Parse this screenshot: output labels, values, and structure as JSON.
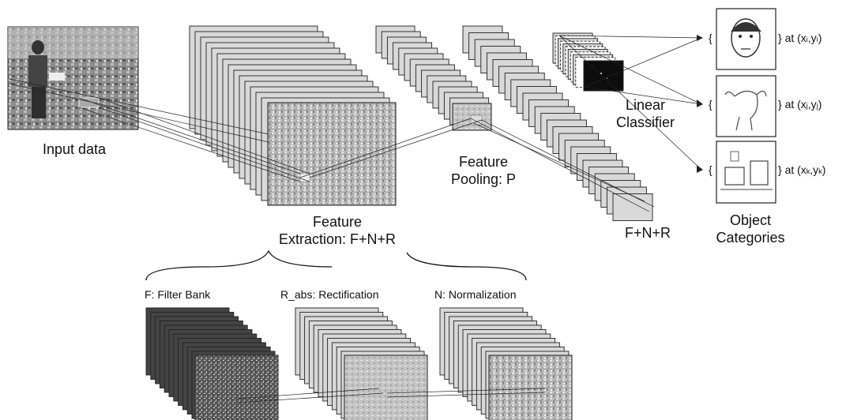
{
  "labels": {
    "input": "Input data",
    "extraction_line1": "Feature",
    "extraction_line2": "Extraction: F+N+R",
    "pooling_line1": "Feature",
    "pooling_line2": "Pooling: P",
    "stage2": "F+N+R",
    "classifier_line1": "Linear",
    "classifier_line2": "Classifier",
    "categories_line1": "Object",
    "categories_line2": "Categories",
    "filter_bank": "F: Filter Bank",
    "rectification": "R_abs: Rectification",
    "normalization": "N: Normalization"
  },
  "outputs": [
    {
      "prefix": "} at (x",
      "s1": "i",
      "mid": ",y",
      "s2": "i",
      "suffix": ")",
      "image": "face-sketch"
    },
    {
      "prefix": "} at (x",
      "s1": "j",
      "mid": ",y",
      "s2": "j",
      "suffix": ")",
      "image": "dog-sketch"
    },
    {
      "prefix": "} at (x",
      "s1": "k",
      "mid": ",y",
      "s2": "k",
      "suffix": ")",
      "image": "room-sketch"
    }
  ],
  "brace_open": "{",
  "colors": {
    "line": "#222222",
    "sheet": "#d9d9d9",
    "sheet_dark": "#555555",
    "image_gray": "#a8a8a8"
  }
}
